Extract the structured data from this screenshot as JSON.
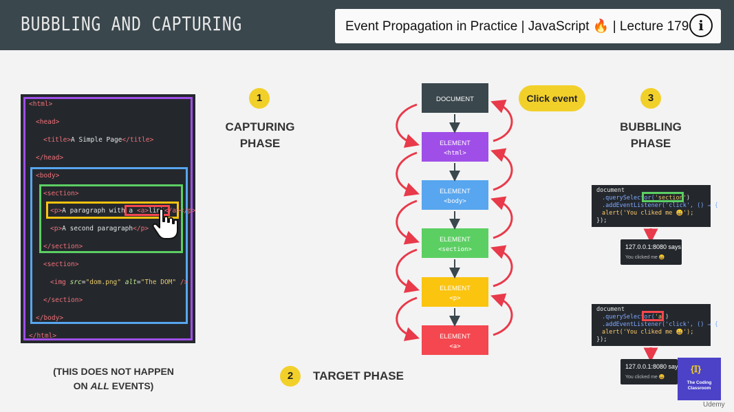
{
  "header": {
    "slide_title": "BUBBLING AND CAPTURING",
    "lecture_title": "Event Propagation in Practice | JavaScript 🔥 | Lecture 179",
    "info_glyph": "i"
  },
  "code_panel": {
    "lines": [
      {
        "t1": "<html>"
      },
      {
        "t1": "<head>"
      },
      {
        "t1": "<title>",
        "t2": "A Simple Page",
        "t3": "</title>"
      },
      {
        "t1": "</head>"
      },
      {
        "t1": "<body>"
      },
      {
        "t1": "<section>"
      },
      {
        "t1": "<p>",
        "t2": "A paragraph with a ",
        "t3": "<a>",
        "t4": "link",
        "t5": "</a>",
        "t6": "</p>"
      },
      {
        "t1": "<p>",
        "t2": "A second paragraph",
        "t3": "</p>"
      },
      {
        "t1": "</section>"
      },
      {
        "t1": "<section>"
      },
      {
        "t1": "<img ",
        "t2": "src",
        "t3": "=",
        "t4": "\"dom.png\"",
        "t5": " alt",
        "t6": "=",
        "t7": "\"The DOM\"",
        "t8": " />"
      },
      {
        "t1": "</section>"
      },
      {
        "t1": "</body>"
      },
      {
        "t1": "</html>"
      }
    ]
  },
  "phases": {
    "capturing": {
      "number": "1",
      "line1": "CAPTURING",
      "line2": "PHASE"
    },
    "target": {
      "number": "2",
      "label": "TARGET PHASE"
    },
    "bubbling": {
      "number": "3",
      "line1": "BUBBLING",
      "line2": "PHASE"
    }
  },
  "note": {
    "line1": "(THIS DOES NOT HAPPEN",
    "line2_pre": "ON ",
    "line2_em": "ALL",
    "line2_post": " EVENTS)"
  },
  "click_event": "Click event",
  "dom_nodes": [
    {
      "label": "DOCUMENT",
      "tag": "",
      "color": "#3a474d"
    },
    {
      "label": "ELEMENT",
      "tag": "<html>",
      "color": "#a04ee8"
    },
    {
      "label": "ELEMENT",
      "tag": "<body>",
      "color": "#58a6ef"
    },
    {
      "label": "ELEMENT",
      "tag": "<section>",
      "color": "#5ccf63"
    },
    {
      "label": "ELEMENT",
      "tag": "<p>",
      "color": "#fbc40f"
    },
    {
      "label": "ELEMENT",
      "tag": "<a>",
      "color": "#f4474f"
    }
  ],
  "snippets": [
    {
      "l1": "document",
      "l2a": ".querySelector(",
      "l2b": "'section'",
      "l2c": ")",
      "l3": ".addEventListener('click', () ⇒ {",
      "l4": "alert('You cliked me 😄');",
      "l5": "});",
      "alert_title": "127.0.0.1:8080 says",
      "alert_msg": "You clicked me 😄"
    },
    {
      "l1": "document",
      "l2a": ".querySelector(",
      "l2b": "'a'",
      "l2c": ")",
      "l3": ".addEventListener('click', () ⇒ {",
      "l4": "alert('You cliked me 😄');",
      "l5": "});",
      "alert_title": "127.0.0.1:8080 says",
      "alert_msg": "You clicked me 😄"
    }
  ],
  "logo": {
    "icon": "{𝕀}",
    "text_line1": "The Coding",
    "text_line2": "Classroom"
  },
  "watermark": "Udemy",
  "colors": {
    "purple": "#a04ee8",
    "blue": "#58a6ef",
    "green": "#5ccf63",
    "yellow": "#fbc40f",
    "red": "#f4474f",
    "arrow_red": "#e83a4a"
  }
}
